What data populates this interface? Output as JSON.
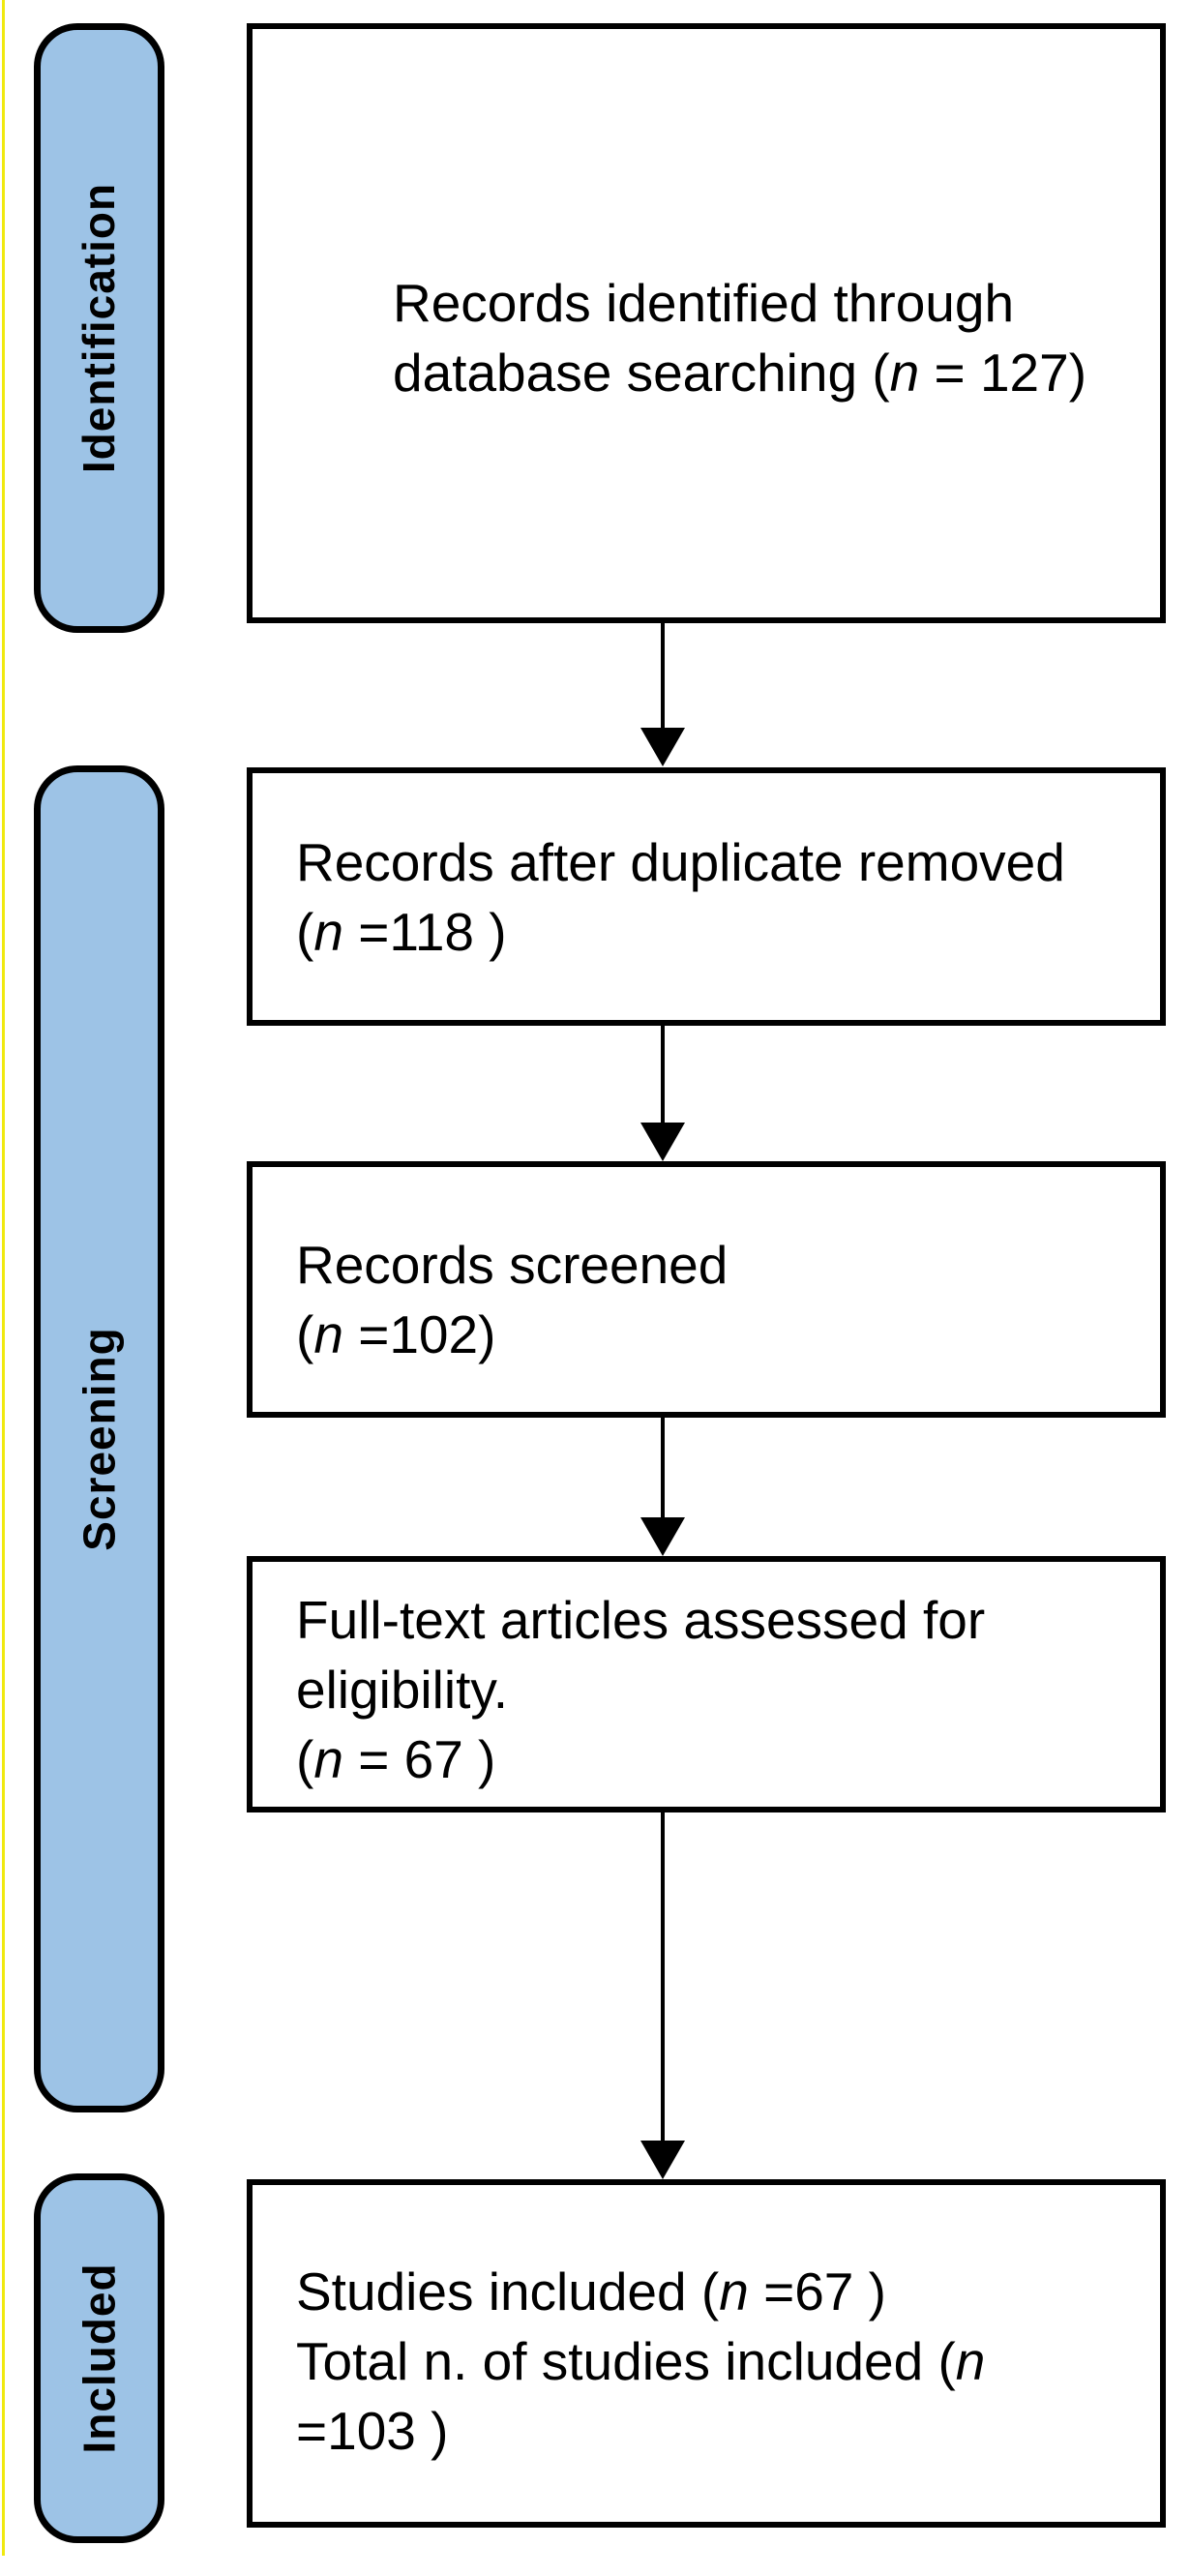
{
  "palette": {
    "pill_fill": "#9dc3e6",
    "outline": "#000000",
    "accent_line": "#f0e90f",
    "background": "#ffffff"
  },
  "stages": [
    {
      "label": "Identification"
    },
    {
      "label": "Screening"
    },
    {
      "label": "Included"
    }
  ],
  "boxes": [
    {
      "name": "records-identified",
      "lines": [
        "Records identified through",
        "database searching (*n* = 127)"
      ]
    },
    {
      "name": "records-after-duplicates",
      "lines": [
        "Records after duplicate removed",
        "(*n* =118 )"
      ]
    },
    {
      "name": "records-screened",
      "lines": [
        "Records screened",
        "(*n* =102)"
      ]
    },
    {
      "name": "full-text-assessed",
      "lines": [
        "Full-text articles assessed for",
        "eligibility.",
        "(*n* = 67 )"
      ]
    },
    {
      "name": "studies-included",
      "lines": [
        "Studies included (*n* =67 )",
        "Total n. of studies included (*n*",
        "=103 )"
      ]
    }
  ]
}
